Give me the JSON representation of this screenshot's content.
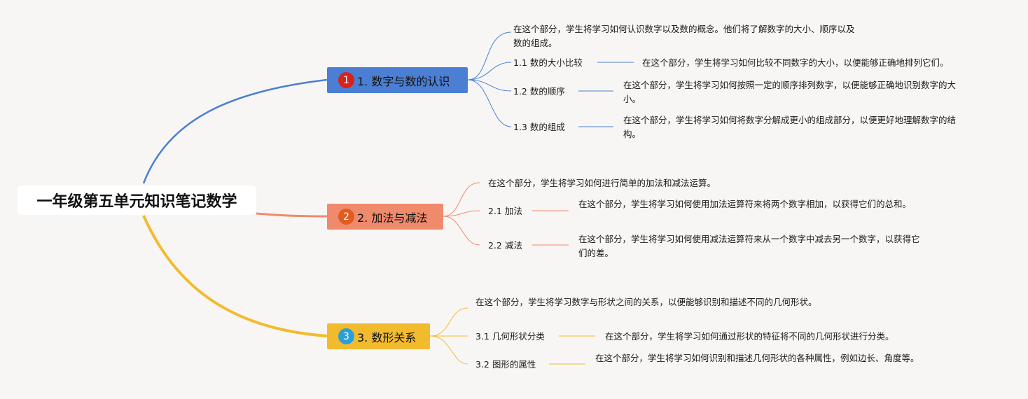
{
  "root": {
    "title": "一年级第五单元知识笔记数学"
  },
  "colors": {
    "branch1": "#4a7fd4",
    "branch2": "#f08a6c",
    "branch3": "#f2bb2e",
    "badge1": "#d9221c",
    "badge2": "#e05d1f",
    "badge3": "#2a9fd8"
  },
  "branches": [
    {
      "badge": "1",
      "label": "1. 数字与数的认识",
      "intro": "在这个部分，学生将学习如何认识数字以及数的概念。他们将了解数字的大小、顺序以及数的组成。",
      "subs": [
        {
          "label": "1.1 数的大小比较",
          "desc": "在这个部分，学生将学习如何比较不同数字的大小，以便能够正确地排列它们。"
        },
        {
          "label": "1.2 数的顺序",
          "desc": "在这个部分，学生将学习如何按照一定的顺序排列数字，以便能够正确地识别数字的大小。"
        },
        {
          "label": "1.3 数的组成",
          "desc": "在这个部分，学生将学习如何将数字分解成更小的组成部分，以便更好地理解数字的结构。"
        }
      ]
    },
    {
      "badge": "2",
      "label": "2. 加法与减法",
      "intro": "在这个部分，学生将学习如何进行简单的加法和减法运算。",
      "subs": [
        {
          "label": "2.1 加法",
          "desc": "在这个部分，学生将学习如何使用加法运算符来将两个数字相加，以获得它们的总和。"
        },
        {
          "label": "2.2 减法",
          "desc": "在这个部分，学生将学习如何使用减法运算符来从一个数字中减去另一个数字，以获得它们的差。"
        }
      ]
    },
    {
      "badge": "3",
      "label": "3. 数形关系",
      "intro": "在这个部分，学生将学习数字与形状之间的关系，以便能够识别和描述不同的几何形状。",
      "subs": [
        {
          "label": "3.1 几何形状分类",
          "desc": "在这个部分，学生将学习如何通过形状的特征将不同的几何形状进行分类。"
        },
        {
          "label": "3.2 图形的属性",
          "desc": "在这个部分，学生将学习如何识别和描述几何形状的各种属性，例如边长、角度等。"
        }
      ]
    }
  ]
}
